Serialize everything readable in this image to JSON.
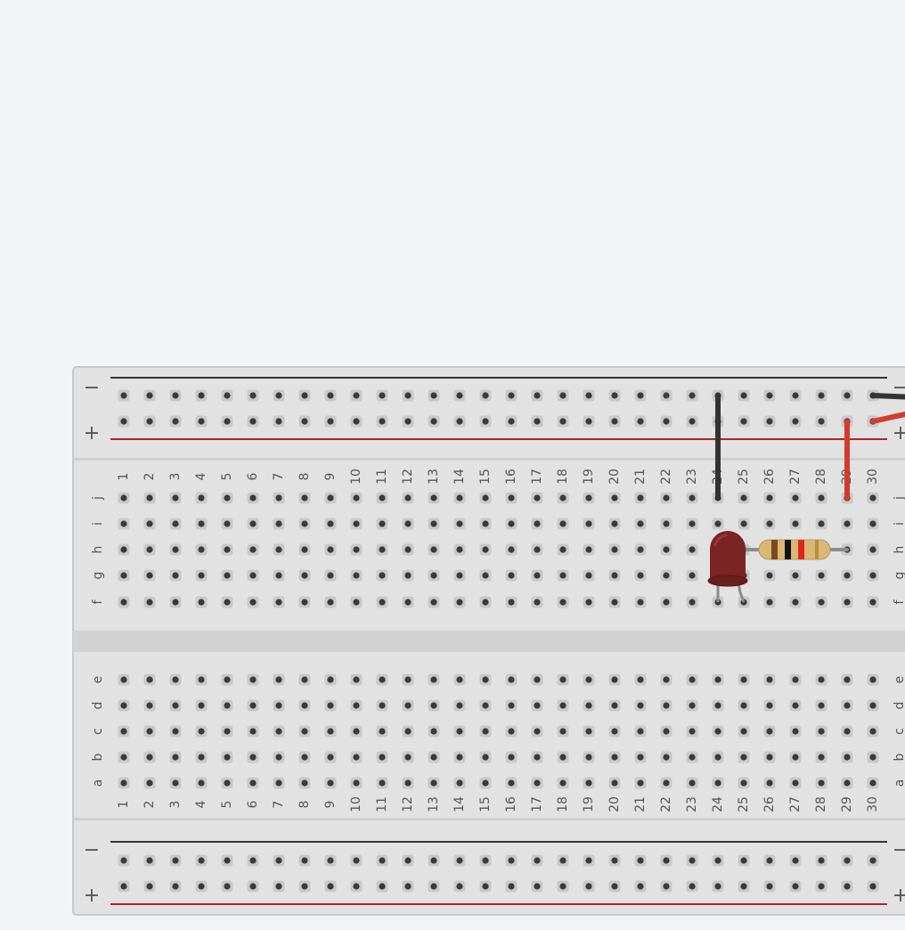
{
  "breadboard": {
    "columns": [
      "1",
      "2",
      "3",
      "4",
      "5",
      "6",
      "7",
      "8",
      "9",
      "10",
      "11",
      "12",
      "13",
      "14",
      "15",
      "16",
      "17",
      "18",
      "19",
      "20",
      "21",
      "22",
      "23",
      "24",
      "25",
      "26",
      "27",
      "28",
      "29",
      "30"
    ],
    "top_rows": [
      "j",
      "i",
      "h",
      "g",
      "f"
    ],
    "bottom_rows": [
      "e",
      "d",
      "c",
      "b",
      "a"
    ],
    "rail_minus": "−",
    "rail_plus": "+",
    "colors": {
      "board": "#e2e2e2",
      "board_dark": "#d2d2d2",
      "hole": "#3a3a3a",
      "hole_ring": "#c9c9c9",
      "rail_black": "#333333",
      "rail_red": "#b3261e"
    }
  },
  "components": {
    "led": {
      "name": "LED",
      "color": "#7a2523",
      "pins": [
        "f24",
        "f25"
      ]
    },
    "resistor": {
      "name": "Resistor",
      "bands": [
        "#7a4a1c",
        "#111111",
        "#e0271d"
      ],
      "body": "#d8b777",
      "pins": [
        "h25",
        "h29"
      ]
    },
    "wires": [
      {
        "name": "ground-wire",
        "color": "#333333",
        "from": "rail-minus-24",
        "to": "j24"
      },
      {
        "name": "power-wire",
        "color": "#d23b2e",
        "from": "rail-plus-29",
        "to": "j29"
      },
      {
        "name": "ground-wire-offscreen",
        "color": "#333333",
        "from": "rail-minus-30",
        "to": "offscreen"
      },
      {
        "name": "power-wire-offscreen",
        "color": "#d23b2e",
        "from": "rail-plus-30",
        "to": "offscreen"
      }
    ]
  }
}
